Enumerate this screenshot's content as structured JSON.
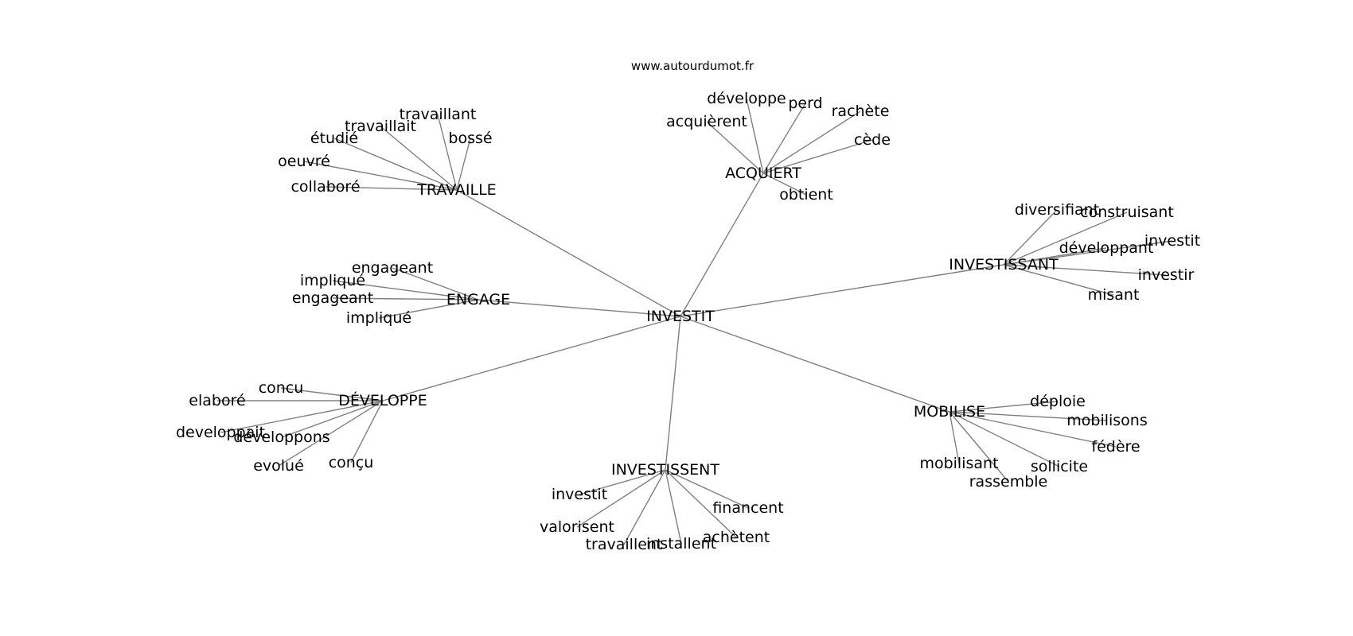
{
  "source": "www.autourdumot.fr",
  "colors": {
    "edge": "#808080",
    "text": "#000000",
    "background": "#ffffff"
  },
  "graph": {
    "center": "INVESTIT",
    "clusters": [
      {
        "hub": "TRAVAILLE",
        "leaves": [
          "travaillant",
          "travaillait",
          "bossé",
          "étudié",
          "oeuvré",
          "collaboré"
        ]
      },
      {
        "hub": "ACQUIERT",
        "leaves": [
          "développe",
          "perd",
          "rachète",
          "acquièrent",
          "cède",
          "obtient"
        ]
      },
      {
        "hub": "INVESTISSANT",
        "leaves": [
          "diversifiant",
          "construisant",
          "investit",
          "développant",
          "investir",
          "misant"
        ]
      },
      {
        "hub": "ENGAGE",
        "leaves": [
          "engageant",
          "impliqué",
          "engageant",
          "impliqué"
        ]
      },
      {
        "hub": "DÉVELOPPE",
        "leaves": [
          "concu",
          "elaboré",
          "developpait",
          "développons",
          "evolué",
          "conçu"
        ]
      },
      {
        "hub": "MOBILISE",
        "leaves": [
          "déploie",
          "mobilisons",
          "fédère",
          "mobilisant",
          "sollicite",
          "rassemble"
        ]
      },
      {
        "hub": "INVESTISSENT",
        "leaves": [
          "investit",
          "financent",
          "valorisent",
          "travaillent",
          "installent",
          "achètent"
        ]
      }
    ]
  }
}
